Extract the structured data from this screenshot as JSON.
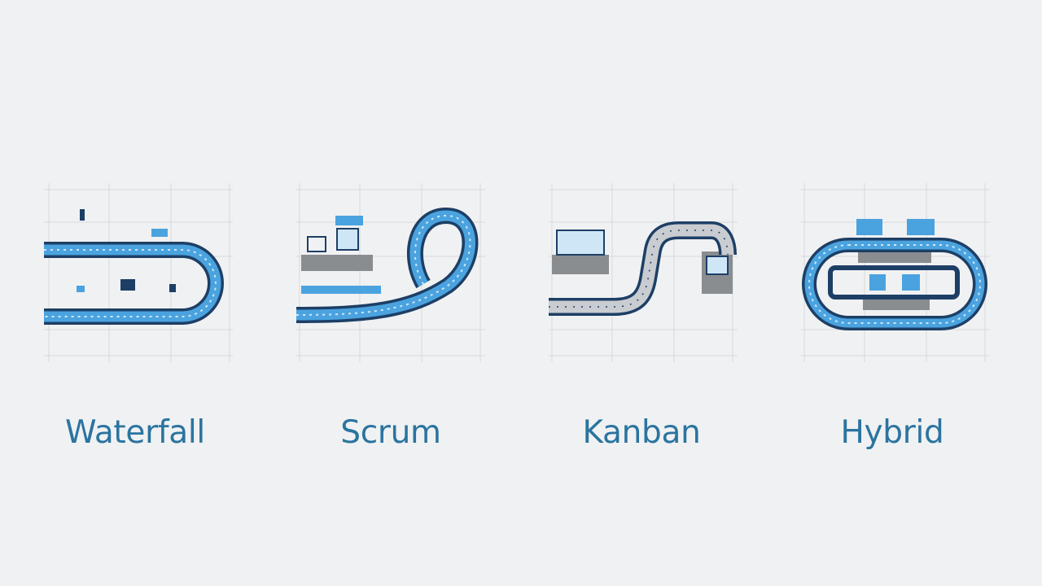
{
  "colors": {
    "background": "#f0f1f2",
    "label": "#2a74a0",
    "belt_dark": "#1d3f66",
    "belt_light": "#4aa3df",
    "belt_pale": "#cfe6f6",
    "grid": "#d6d9dc",
    "machine": "#8a8d90",
    "path_gray": "#c9ccd0"
  },
  "methodologies": [
    {
      "label": "Waterfall",
      "illustration": "u-turn-conveyor"
    },
    {
      "label": "Scrum",
      "illustration": "loop-conveyor"
    },
    {
      "label": "Kanban",
      "illustration": "s-curve-conveyor"
    },
    {
      "label": "Hybrid",
      "illustration": "oval-loop-conveyor"
    }
  ]
}
